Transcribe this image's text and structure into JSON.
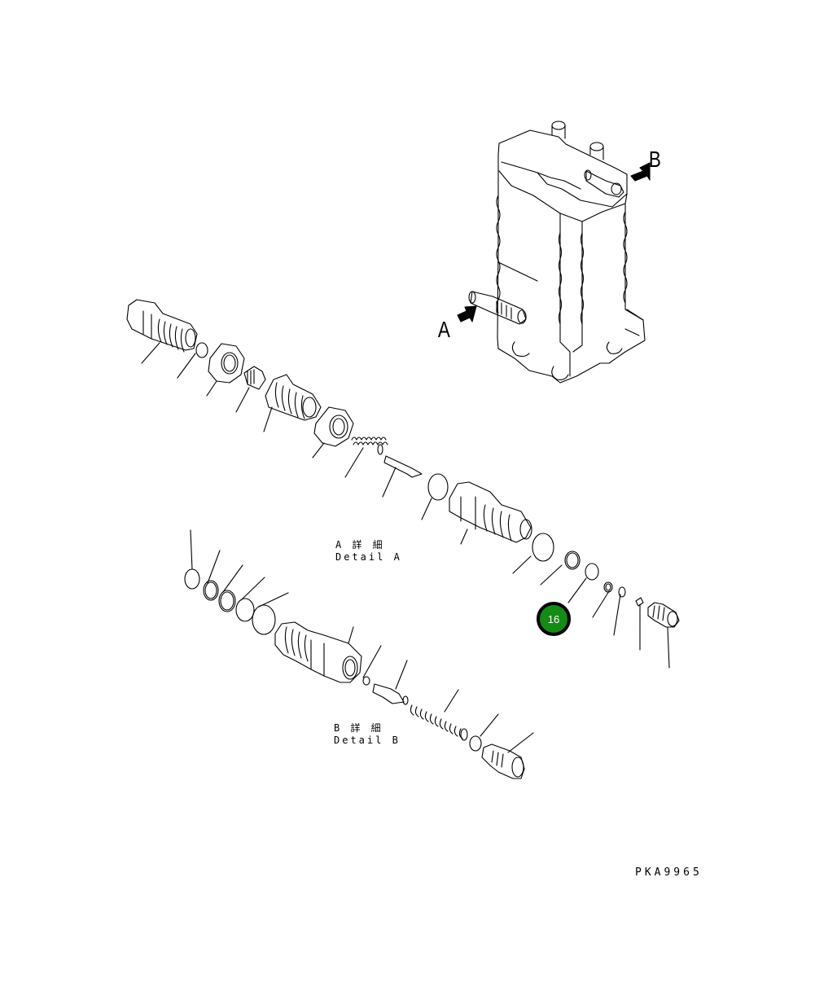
{
  "diagram": {
    "drawing_number": "PKA9965",
    "view_labels": {
      "a": "A",
      "b": "B"
    },
    "detail_a": {
      "jp": "A 詳 細",
      "en": "Detail A"
    },
    "detail_b": {
      "jp": "B 詳 細",
      "en": "Detail B"
    },
    "callouts": [
      {
        "number": "16",
        "color": "#158a15"
      }
    ],
    "colors": {
      "line": "#000000",
      "background": "#ffffff",
      "callout_fill": "#158a15"
    }
  }
}
